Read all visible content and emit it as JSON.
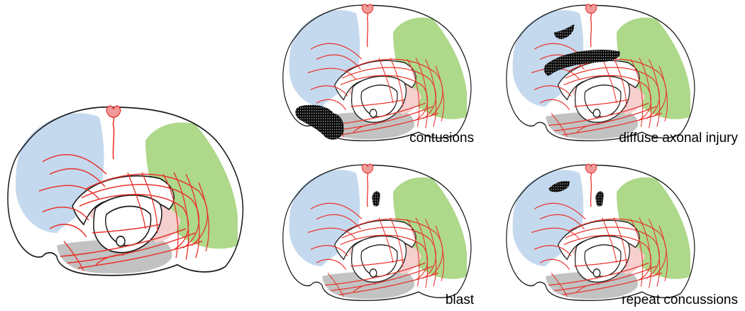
{
  "panels": [
    {
      "id": "normal",
      "label": ""
    },
    {
      "id": "contusions",
      "label": "contusions"
    },
    {
      "id": "diffuse-axonal-injury",
      "label": "diffuse axonal injury"
    },
    {
      "id": "blast",
      "label": "blast"
    },
    {
      "id": "repeat-concussions",
      "label": "repeat concussions"
    }
  ],
  "colors": {
    "frontal": "#c5d9ee",
    "parietal": "#aed88a",
    "temporal": "#c2c2c2",
    "tracts": "#e8332b",
    "cingulum": "#f6cfcf",
    "pituitary": "#f09a9a",
    "lesion": "#0a0a0a",
    "outline": "#1a1a1a"
  }
}
